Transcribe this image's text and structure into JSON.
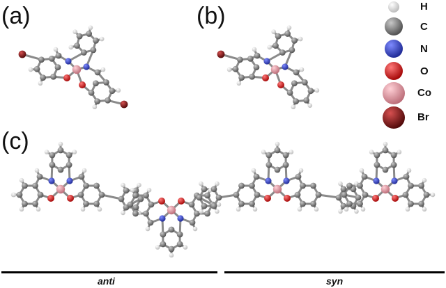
{
  "panels": {
    "a": "(a)",
    "b": "(b)",
    "c": "(c)"
  },
  "legend": [
    {
      "label": "H",
      "color": "#f2f2f2",
      "edge": "#bbbbbb"
    },
    {
      "label": "C",
      "color": "#808080",
      "edge": "#555555"
    },
    {
      "label": "N",
      "color": "#2f3fd9",
      "edge": "#1a2590"
    },
    {
      "label": "O",
      "color": "#e01010",
      "edge": "#8a0000"
    },
    {
      "label": "Co",
      "color": "#e0909a",
      "edge": "#a05560"
    },
    {
      "label": "Br",
      "color": "#8c1a1a",
      "edge": "#500808"
    }
  ],
  "groups": {
    "anti": "anti",
    "syn": "syn"
  }
}
